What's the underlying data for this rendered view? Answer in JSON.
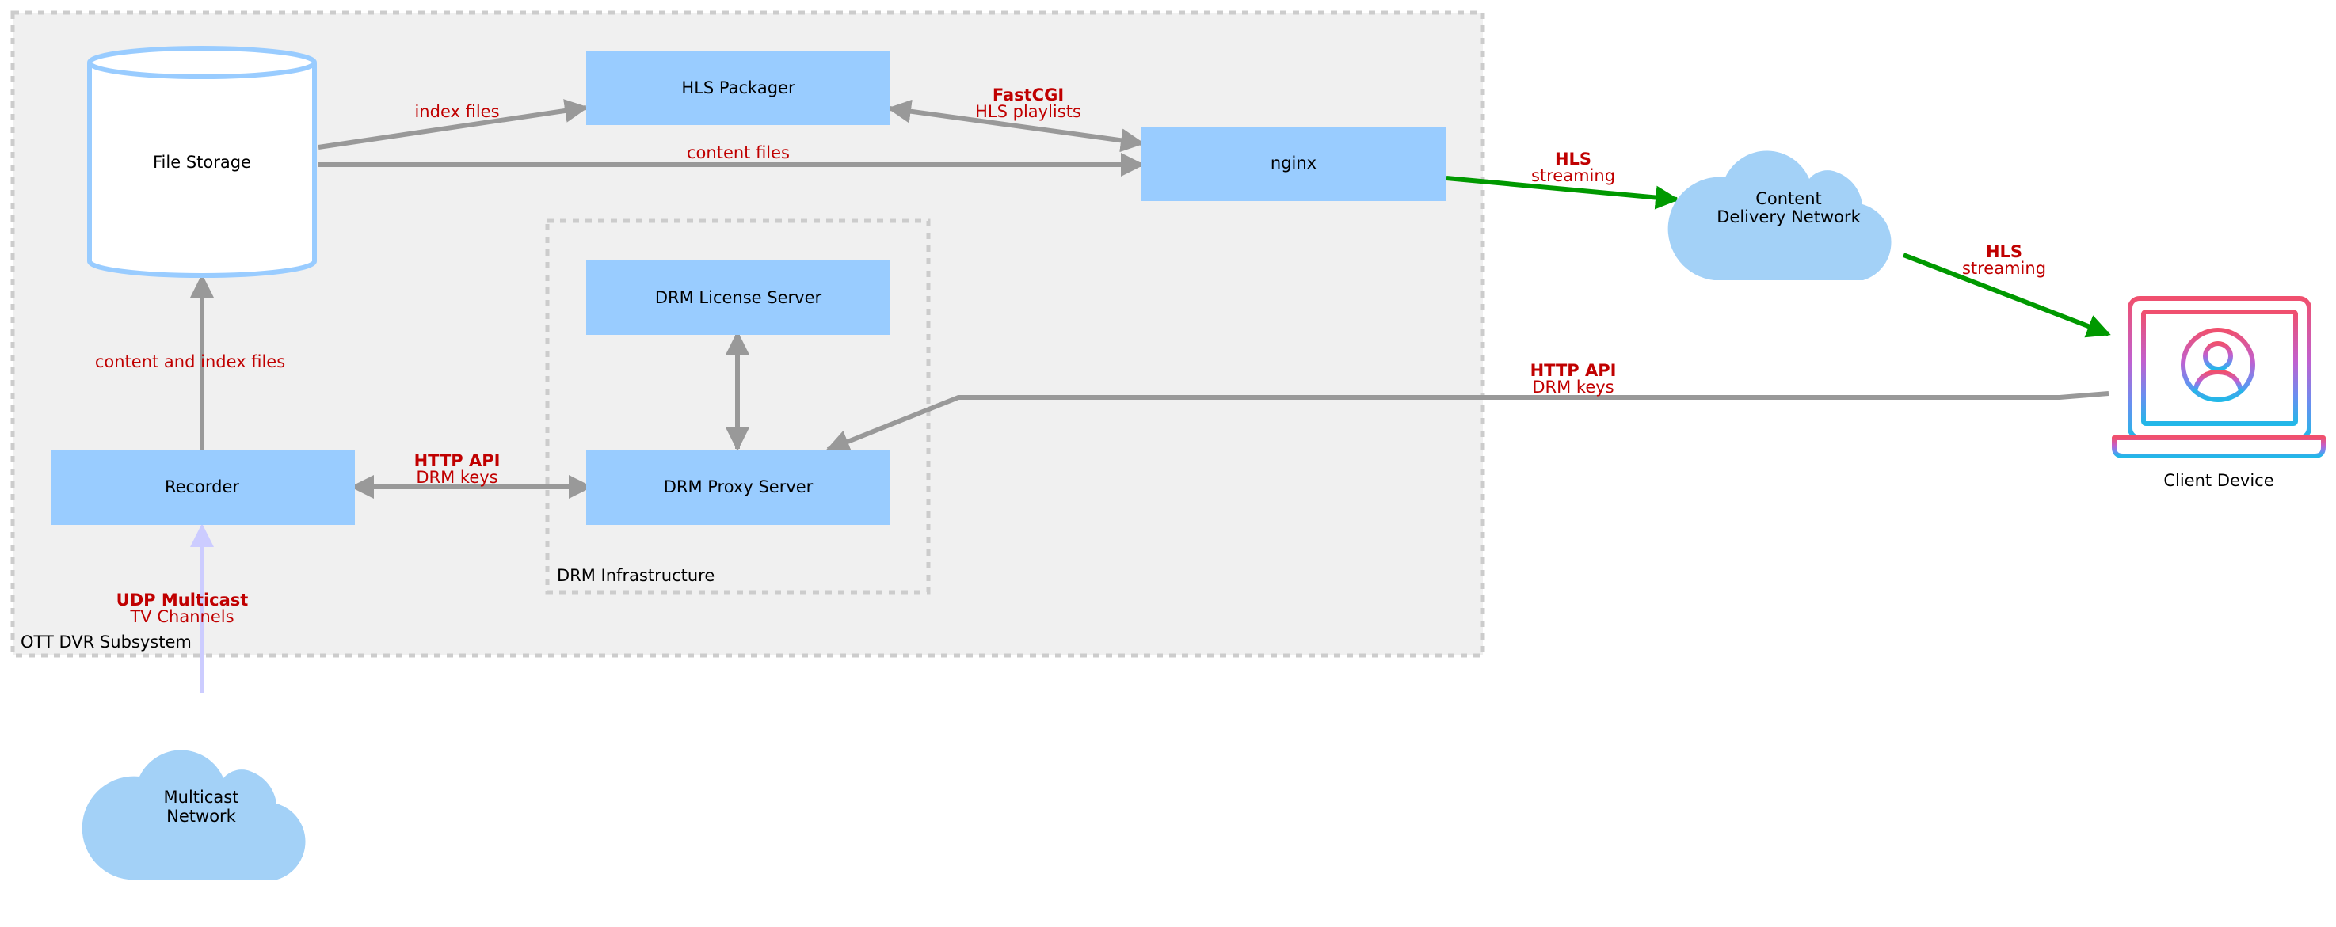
{
  "groups": {
    "ott_dvr": "OTT DVR Subsystem",
    "drm_infra": "DRM Infrastructure"
  },
  "nodes": {
    "file_storage": "File Storage",
    "hls_packager": "HLS Packager",
    "nginx": "nginx",
    "drm_license_server": "DRM License Server",
    "drm_proxy_server": "DRM Proxy Server",
    "recorder": "Recorder",
    "cdn_line1": "Content",
    "cdn_line2": "Delivery Network",
    "multicast_line1": "Multicast",
    "multicast_line2": "Network",
    "client_device": "Client Device"
  },
  "edges": {
    "index_files": "index files",
    "content_files": "content files",
    "content_and_index_files": "content and index files",
    "fastcgi_line1": "FastCGI",
    "fastcgi_line2": "HLS playlists",
    "hls_cdn_line1": "HLS",
    "hls_cdn_line2": "streaming",
    "hls_client_line1": "HLS",
    "hls_client_line2": "streaming",
    "http_client_line1": "HTTP API",
    "http_client_line2": "DRM keys",
    "http_recorder_line1": "HTTP API",
    "http_recorder_line2": "DRM keys",
    "udp_line1": "UDP Multicast",
    "udp_line2": "TV Channels"
  },
  "colors": {
    "group_fill": "#f0f0f0",
    "group_border": "#cccccc",
    "node_fill": "#99ccff",
    "cloud_fill": "#a3d1f7",
    "storage_stroke": "#99ccff",
    "edge_gray": "#999999",
    "edge_green": "#009900",
    "edge_udp": "#ccccff",
    "label_red": "#c00000"
  },
  "icons": {
    "client_device": "laptop-user-icon"
  }
}
